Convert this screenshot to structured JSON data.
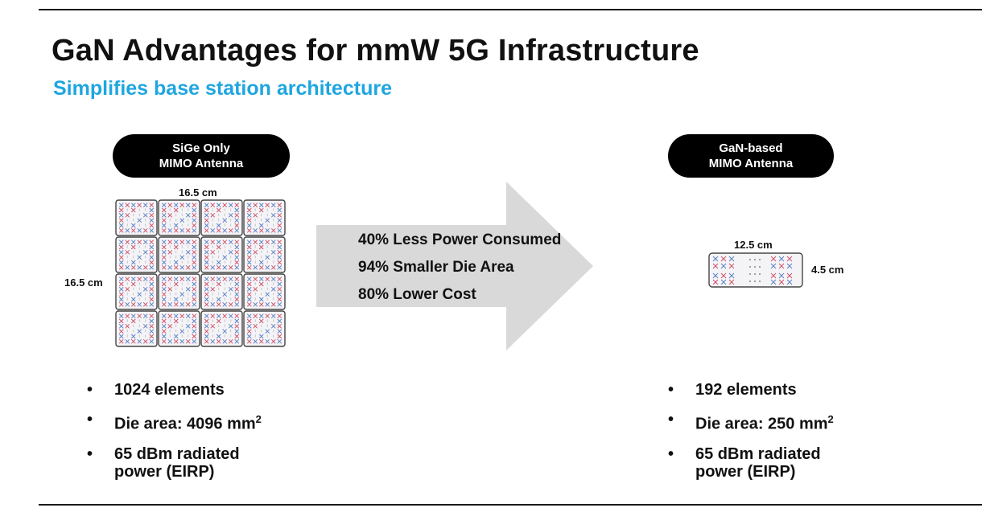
{
  "slide": {
    "title": "GaN Advantages for mmW 5G Infrastructure",
    "subtitle": "Simplifies base station architecture"
  },
  "left_panel": {
    "label_line1": "SiGe Only",
    "label_line2": "MIMO Antenna",
    "width_label": "16.5 cm",
    "height_label": "16.5 cm",
    "bullets": [
      {
        "text": "1024 elements",
        "sup": ""
      },
      {
        "text": "Die area: 4096 mm",
        "sup": "2"
      },
      {
        "text": "65 dBm radiated power (EIRP)",
        "sup": ""
      }
    ]
  },
  "right_panel": {
    "label_line1": "GaN-based",
    "label_line2": "MIMO Antenna",
    "width_label": "12.5 cm",
    "height_label": "4.5 cm",
    "bullets": [
      {
        "text": "192 elements",
        "sup": ""
      },
      {
        "text": "Die area: 250 mm",
        "sup": "2"
      },
      {
        "text": "65 dBm radiated power (EIRP)",
        "sup": ""
      }
    ]
  },
  "arrow": {
    "lines": [
      "40% Less Power Consumed",
      "94% Smaller Die Area",
      "80% Lower Cost"
    ],
    "color": "#d9d9d9"
  },
  "colors": {
    "accent": "#1fa6e0",
    "pill": "#000000",
    "cross_blue": "#5b7fc7",
    "cross_red": "#d0506a"
  },
  "bullet_glyph": "•"
}
